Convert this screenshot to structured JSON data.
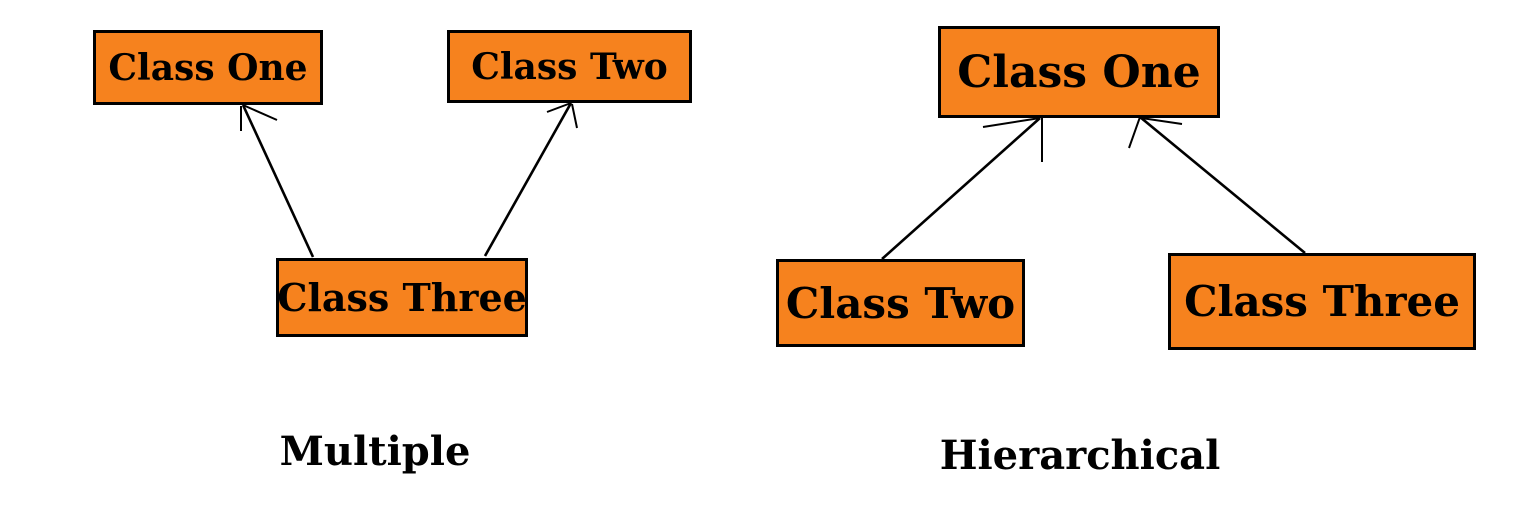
{
  "figure": {
    "description": "Types of inheritance diagram"
  },
  "colors": {
    "page_bg": "#ffffff",
    "box_fill": "#f6821e",
    "box_border": "#000000",
    "label_color": "#000000",
    "arrow_color": "#000000"
  },
  "left_diagram": {
    "caption": "Multiple",
    "boxes": {
      "class_one": "Class One",
      "class_two": "Class Two",
      "class_three": "Class Three"
    }
  },
  "right_diagram": {
    "caption": "Hierarchical",
    "boxes": {
      "class_one": "Class One",
      "class_two": "Class Two",
      "class_three": "Class Three"
    }
  }
}
